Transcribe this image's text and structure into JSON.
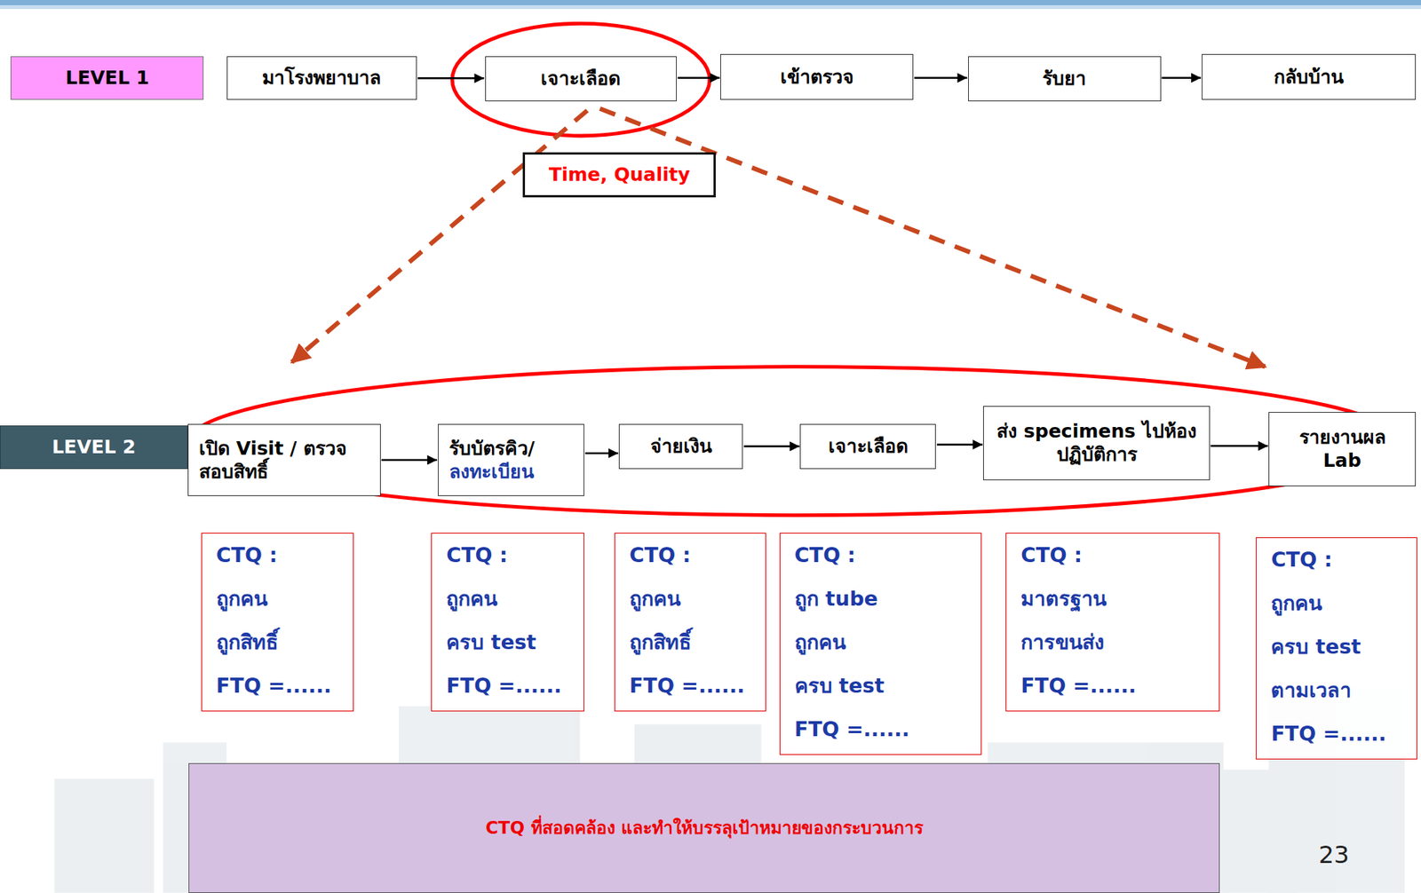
{
  "diagram": {
    "nodes": [
      {
        "text": [
          "LEVEL 1"
        ]
      },
      {
        "text": [
          "มาโรงพยาบาล"
        ]
      },
      {
        "text": [
          "เจาะเลือด"
        ]
      },
      {
        "text": [
          "เข้าตรวจ"
        ]
      },
      {
        "text": [
          "รับยา"
        ]
      },
      {
        "text": [
          "กลับบ้าน"
        ]
      },
      {
        "text": [
          "Time, Quality"
        ]
      },
      {
        "text": [
          "LEVEL 2"
        ]
      },
      {
        "text": [
          "เปิด Visit / ตรวจสอบสิทธิ์"
        ]
      },
      {
        "text": [
          "รับบัตรคิว/",
          "ลงทะเบียน"
        ]
      },
      {
        "text": [
          "จ่ายเงิน"
        ]
      },
      {
        "text": [
          "เจาะเลือด"
        ]
      },
      {
        "text": [
          "ส่ง specimens ไปห้องปฏิบัติการ"
        ]
      },
      {
        "text": [
          "รายงานผล Lab"
        ]
      },
      {
        "text": [
          "CTQ :",
          "ถูกคน",
          "ถูกสิทธิ์",
          "FTQ =......"
        ]
      },
      {
        "text": [
          "CTQ :",
          "ถูกคน",
          "ครบ test",
          "FTQ =......"
        ]
      },
      {
        "text": [
          "CTQ :",
          "ถูกคน",
          "ถูกสิทธิ์",
          "FTQ =......"
        ]
      },
      {
        "text": [
          "CTQ :",
          "ถูก tube",
          "ถูกคน",
          "ครบ test",
          "FTQ =......"
        ]
      },
      {
        "text": [
          "CTQ :",
          "มาตรฐาน",
          "การขนส่ง",
          "FTQ =......"
        ]
      },
      {
        "text": [
          "CTQ :",
          "ถูกคน",
          "ครบ test",
          "ตามเวลา",
          "FTQ =......"
        ]
      },
      {
        "text": [
          "CTQ ที่สอดคล้อง และทำให้บรรลุเป้าหมายของกระบวนการ"
        ]
      }
    ],
    "edges": [
      {
        "from": 1,
        "to": 2,
        "arrow": "to"
      },
      {
        "from": 2,
        "to": 3,
        "arrow": "to"
      },
      {
        "from": 3,
        "to": 4,
        "arrow": "to"
      },
      {
        "from": 4,
        "to": 5,
        "arrow": "to"
      },
      {
        "from": 8,
        "to": 9,
        "arrow": "to"
      },
      {
        "from": 9,
        "to": 10,
        "arrow": "to"
      },
      {
        "from": 10,
        "to": 11,
        "arrow": "to"
      },
      {
        "from": 11,
        "to": 12,
        "arrow": "to"
      },
      {
        "from": 12,
        "to": 13,
        "arrow": "to"
      }
    ],
    "labels": [
      "23"
    ]
  }
}
